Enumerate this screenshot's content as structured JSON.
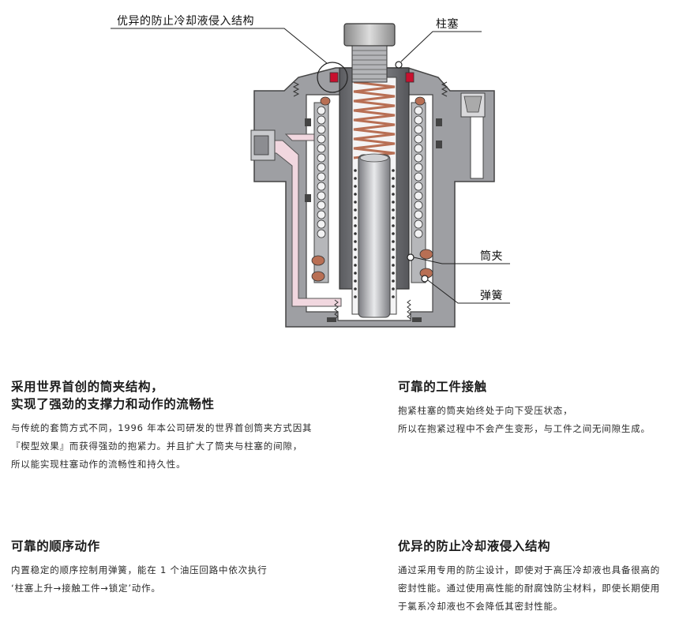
{
  "diagram": {
    "callouts": {
      "seal": "优异的防止冷却液侵入结构",
      "plunger": "柱塞",
      "collet": "筒夹",
      "spring": "弹簧"
    },
    "colors": {
      "body": "#9e9fa3",
      "body_dark": "#6f7074",
      "coolant_path": "#f1d7df",
      "seal": "#c8102e",
      "ring": "#b86f54"
    }
  },
  "sections": {
    "collet_structure": {
      "title_lines": [
        "采用世界首创的筒夹结构，",
        "实现了强劲的支撑力和动作的流畅性"
      ],
      "body_lines": [
        "与传统的套筒方式不同，1996 年本公司研发的世界首创筒夹方式因其",
        "『楔型效果』而获得强劲的抱紧力。并且扩大了筒夹与柱塞的间隙，",
        "所以能实现柱塞动作的流畅性和持久性。"
      ]
    },
    "workpiece_contact": {
      "title_lines": [
        "可靠的工件接触"
      ],
      "body_lines": [
        "抱紧柱塞的筒夹始终处于向下受压状态，",
        "所以在抱紧过程中不会产生变形，与工件之间无间隙生成。"
      ]
    },
    "sequence_action": {
      "title_lines": [
        "可靠的顺序动作"
      ],
      "body_lines": [
        "内置稳定的顺序控制用弹簧，能在 1 个油压回路中依次执行",
        "‘柱塞上升→接触工件→锁定’动作。"
      ]
    },
    "coolant_seal": {
      "title_lines": [
        "优异的防止冷却液侵入结构"
      ],
      "body_lines": [
        "通过采用专用的防尘设计，即使对于高压冷却液也具备很高的",
        "密封性能。通过使用高性能的耐腐蚀防尘材料，即使长期使用",
        "于氯系冷却液也不会降低其密封性能。"
      ]
    }
  }
}
